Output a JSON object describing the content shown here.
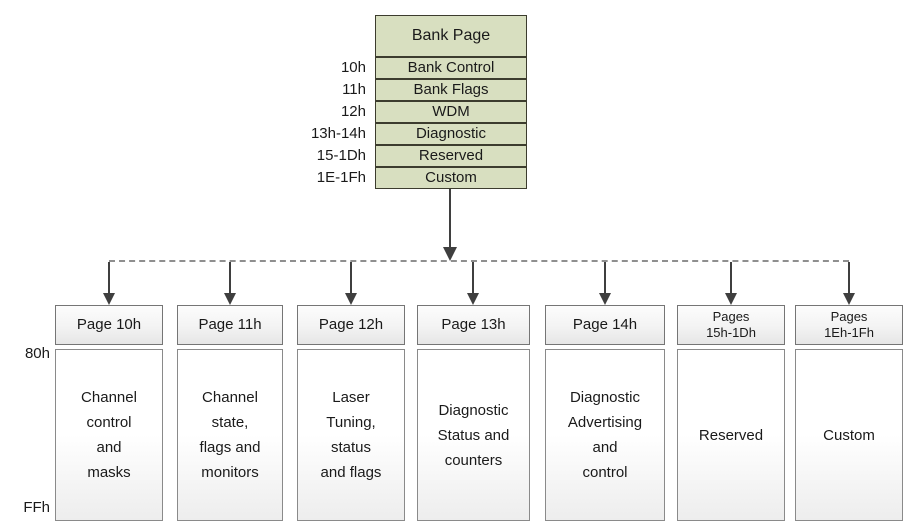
{
  "bank_table": {
    "header": "Bank Page",
    "rows": [
      {
        "addr": "10h",
        "label": "Bank Control"
      },
      {
        "addr": "11h",
        "label": "Bank Flags"
      },
      {
        "addr": "12h",
        "label": "WDM"
      },
      {
        "addr": "13h-14h",
        "label": "Diagnostic"
      },
      {
        "addr": "15-1Dh",
        "label": "Reserved"
      },
      {
        "addr": "1E-1Fh",
        "label": "Custom"
      }
    ]
  },
  "range_labels": {
    "top": "80h",
    "bottom": "FFh"
  },
  "pages": [
    {
      "title": "Page 10h",
      "lines": [
        "Channel",
        "control",
        "and",
        "masks"
      ]
    },
    {
      "title": "Page 11h",
      "lines": [
        "Channel",
        "state,",
        "flags and",
        "monitors"
      ]
    },
    {
      "title": "Page 12h",
      "lines": [
        "Laser",
        "Tuning,",
        "status",
        "and flags"
      ]
    },
    {
      "title": "Page 13h",
      "lines": [
        "Diagnostic",
        "Status and",
        "counters"
      ]
    },
    {
      "title": "Page 14h",
      "lines": [
        "Diagnostic",
        "Advertising",
        "and",
        "control"
      ]
    },
    {
      "title_line1": "Pages",
      "title_line2": "15h-1Dh",
      "lines": [
        "Reserved"
      ]
    },
    {
      "title_line1": "Pages",
      "title_line2": "1Eh-1Fh",
      "lines": [
        "Custom"
      ]
    }
  ],
  "colors": {
    "table_fill": "#d8dfc0",
    "table_border": "#3c3c2e",
    "box_border": "#7f7f7f",
    "connector": "#3f3f3f",
    "dashed_line": "#8f8f8f"
  }
}
